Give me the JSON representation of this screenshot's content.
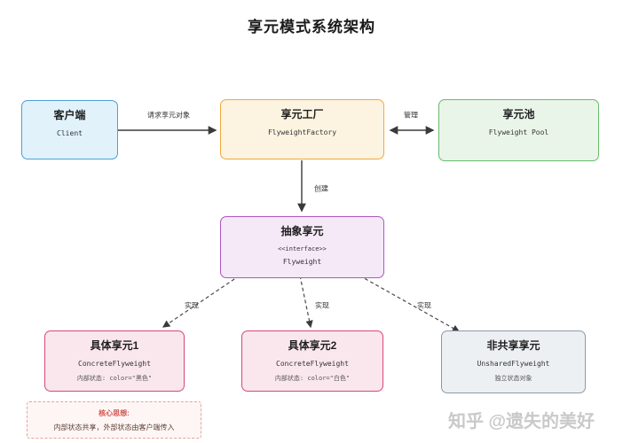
{
  "title": "享元模式系统架构",
  "nodes": {
    "client": {
      "title": "客户端",
      "subtitle": "Client"
    },
    "factory": {
      "title": "享元工厂",
      "subtitle": "FlyweightFactory"
    },
    "pool": {
      "title": "享元池",
      "subtitle": "Flyweight Pool"
    },
    "abstract": {
      "title": "抽象享元",
      "stereotype": "<<interface>>",
      "subtitle": "Flyweight"
    },
    "concrete1": {
      "title": "具体享元1",
      "subtitle": "ConcreteFlyweight",
      "state": "内部状态: color=\"黑色\""
    },
    "concrete2": {
      "title": "具体享元2",
      "subtitle": "ConcreteFlyweight",
      "state": "内部状态: color=\"白色\""
    },
    "unshared": {
      "title": "非共享享元",
      "subtitle": "UnsharedFlyweight",
      "state": "独立状态对象"
    }
  },
  "edges": {
    "request": "请求享元对象",
    "manage": "管理",
    "create": "创建",
    "realize1": "实现",
    "realize2": "实现",
    "realize3": "实现"
  },
  "note": {
    "title": "核心思想:",
    "body": "内部状态共享，外部状态由客户端传入"
  },
  "watermark": "知乎 @遗失的美好",
  "colors": {
    "client_border": "#4D9FD8",
    "client_fill": "#E1F2FB",
    "factory_border": "#F2A93B",
    "factory_fill": "#FCF3E1",
    "pool_border": "#67BB6A",
    "pool_fill": "#EAF5EA",
    "abstract_border": "#AE55BE",
    "abstract_fill": "#F5E9F7",
    "concrete_border": "#D6477C",
    "concrete_fill": "#FAE7EE",
    "unshared_border": "#8D99A5",
    "unshared_fill": "#EDF0F3",
    "note_border": "#E8A39B",
    "note_fill": "#FEF6F4",
    "note_title": "#D0524D",
    "arrow": "#3A3A3A"
  }
}
